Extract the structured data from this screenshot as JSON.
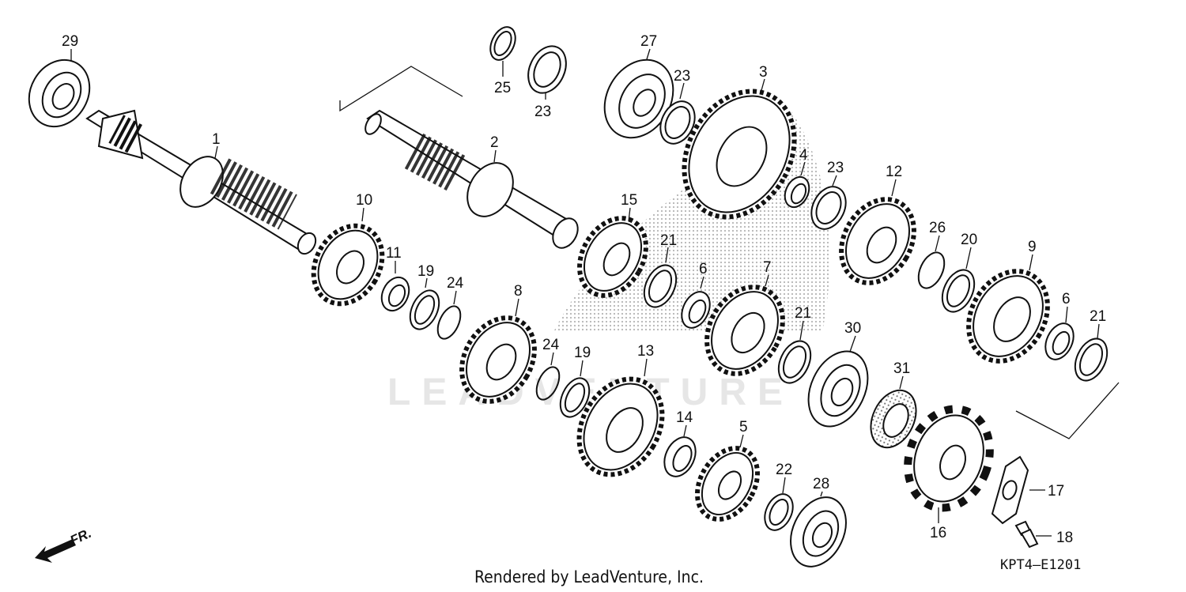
{
  "diagram": {
    "part_numbers": [
      "29",
      "1",
      "25",
      "23",
      "27",
      "23",
      "3",
      "2",
      "10",
      "11",
      "19",
      "24",
      "15",
      "21",
      "6",
      "4",
      "23",
      "12",
      "26",
      "20",
      "9",
      "7",
      "8",
      "24",
      "19",
      "13",
      "21",
      "30",
      "31",
      "6",
      "21",
      "14",
      "5",
      "22",
      "28",
      "17",
      "16",
      "18"
    ],
    "footer": {
      "credit": "Rendered by LeadVenture, Inc.",
      "code": "KPT4–E1201"
    },
    "watermark": "LEADVENTURE",
    "direction_label": "FR."
  }
}
